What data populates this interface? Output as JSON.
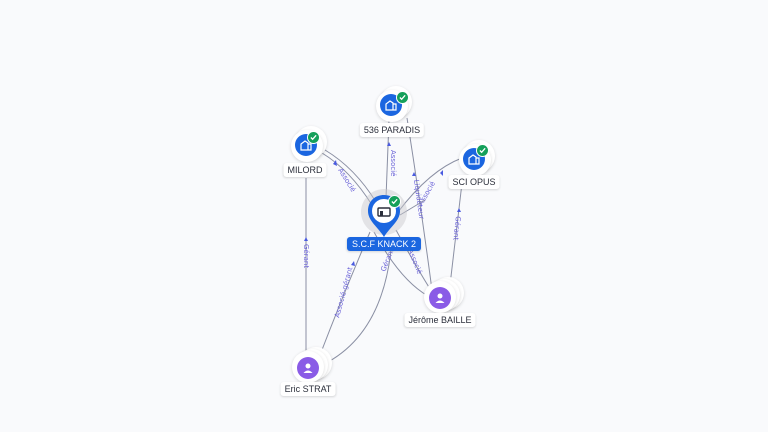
{
  "colors": {
    "background": "#f9fafc",
    "company": "#1b66e0",
    "person": "#8a5be6",
    "check": "#15a05a",
    "edge": "#8a8fa3",
    "edge_label": "#6b63d8"
  },
  "nodes": [
    {
      "id": "scf",
      "label": "S.C.F KNACK 2",
      "type": "company",
      "icon": "building-icon",
      "verified": true,
      "main": true
    },
    {
      "id": "paradis",
      "label": "536 PARADIS",
      "type": "company",
      "icon": "building-icon",
      "verified": true
    },
    {
      "id": "milord",
      "label": "MILORD",
      "type": "company",
      "icon": "building-icon",
      "verified": true
    },
    {
      "id": "opus",
      "label": "SCI OPUS",
      "type": "company",
      "icon": "building-icon",
      "verified": true
    },
    {
      "id": "baille",
      "label": "Jérôme BAILLE",
      "type": "person",
      "icon": "person-icon"
    },
    {
      "id": "strat",
      "label": "Eric STRAT",
      "type": "person",
      "icon": "person-icon"
    }
  ],
  "edges": [
    {
      "from": "milord",
      "to": "scf",
      "label": "Associé"
    },
    {
      "from": "paradis",
      "to": "scf",
      "label": "Associé"
    },
    {
      "from": "opus",
      "to": "scf",
      "label": "Associé"
    },
    {
      "from": "paradis",
      "to": "baille",
      "label": "Liquidateur"
    },
    {
      "from": "opus",
      "to": "baille",
      "label": "Gérant"
    },
    {
      "from": "milord",
      "to": "strat",
      "label": "Gérant"
    },
    {
      "from": "scf",
      "to": "strat",
      "label": "Associé-gérant"
    },
    {
      "from": "scf",
      "to": "baille",
      "label": "Gérant"
    },
    {
      "from": "scf",
      "to": "baille",
      "label": "Associé"
    }
  ]
}
